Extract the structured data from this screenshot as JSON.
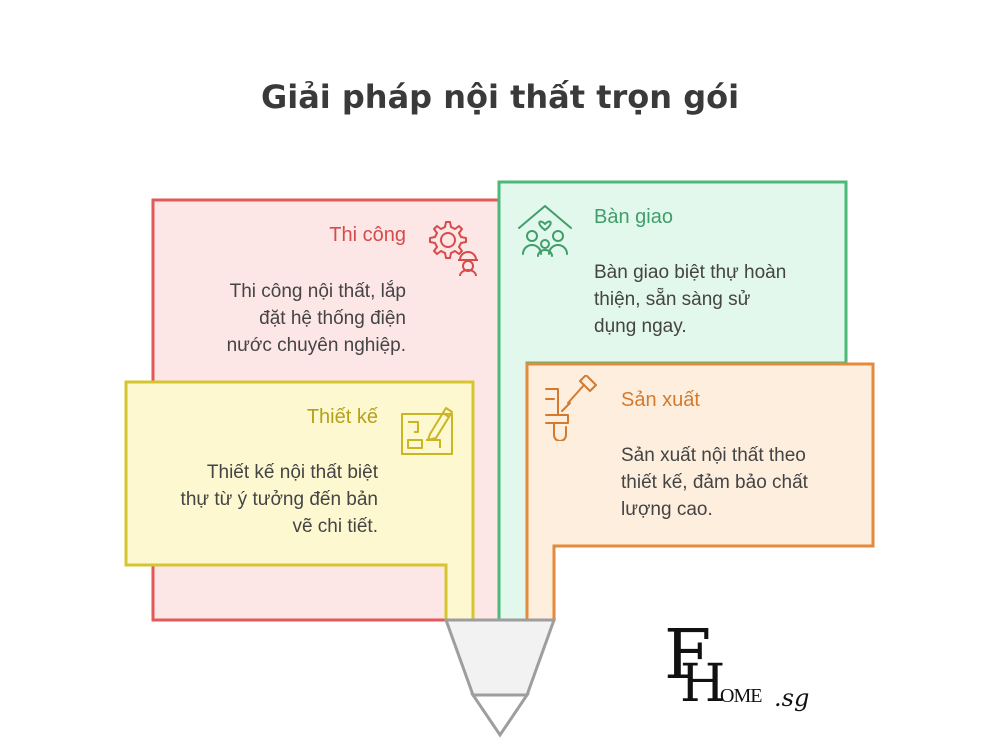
{
  "title": "Giải pháp nội thất trọn gói",
  "colors": {
    "thi_cong": "#d64b4b",
    "ban_giao": "#3f9e6a",
    "thiet_ke": "#b5a11c",
    "san_xuat": "#d47a2f",
    "funnel": "#9e9e9e"
  },
  "cards": {
    "thi_cong": {
      "title": "Thi công",
      "lines": [
        "Thi công nội thất, lắp",
        "đặt hệ thống điện",
        "nước chuyên nghiệp."
      ],
      "icon": "gear-worker-icon"
    },
    "ban_giao": {
      "title": "Bàn giao",
      "lines": [
        "Bàn giao biệt thự hoàn",
        "thiện, sẵn sàng sử",
        "dụng ngay."
      ],
      "icon": "family-home-icon"
    },
    "thiet_ke": {
      "title": "Thiết kế",
      "lines": [
        "Thiết kế nội thất biệt",
        "thự từ ý tưởng đến bản",
        "vẽ chi tiết."
      ],
      "icon": "blueprint-pencil-icon"
    },
    "san_xuat": {
      "title": "Sản xuất",
      "lines": [
        "Sản xuất nội thất theo",
        "thiết kế, đảm bảo chất",
        "lượng cao."
      ],
      "icon": "tools-icon"
    }
  },
  "logo": {
    "letter_f": "F",
    "letter_h": "H",
    "rest": "OME",
    "suffix": ".sg"
  }
}
